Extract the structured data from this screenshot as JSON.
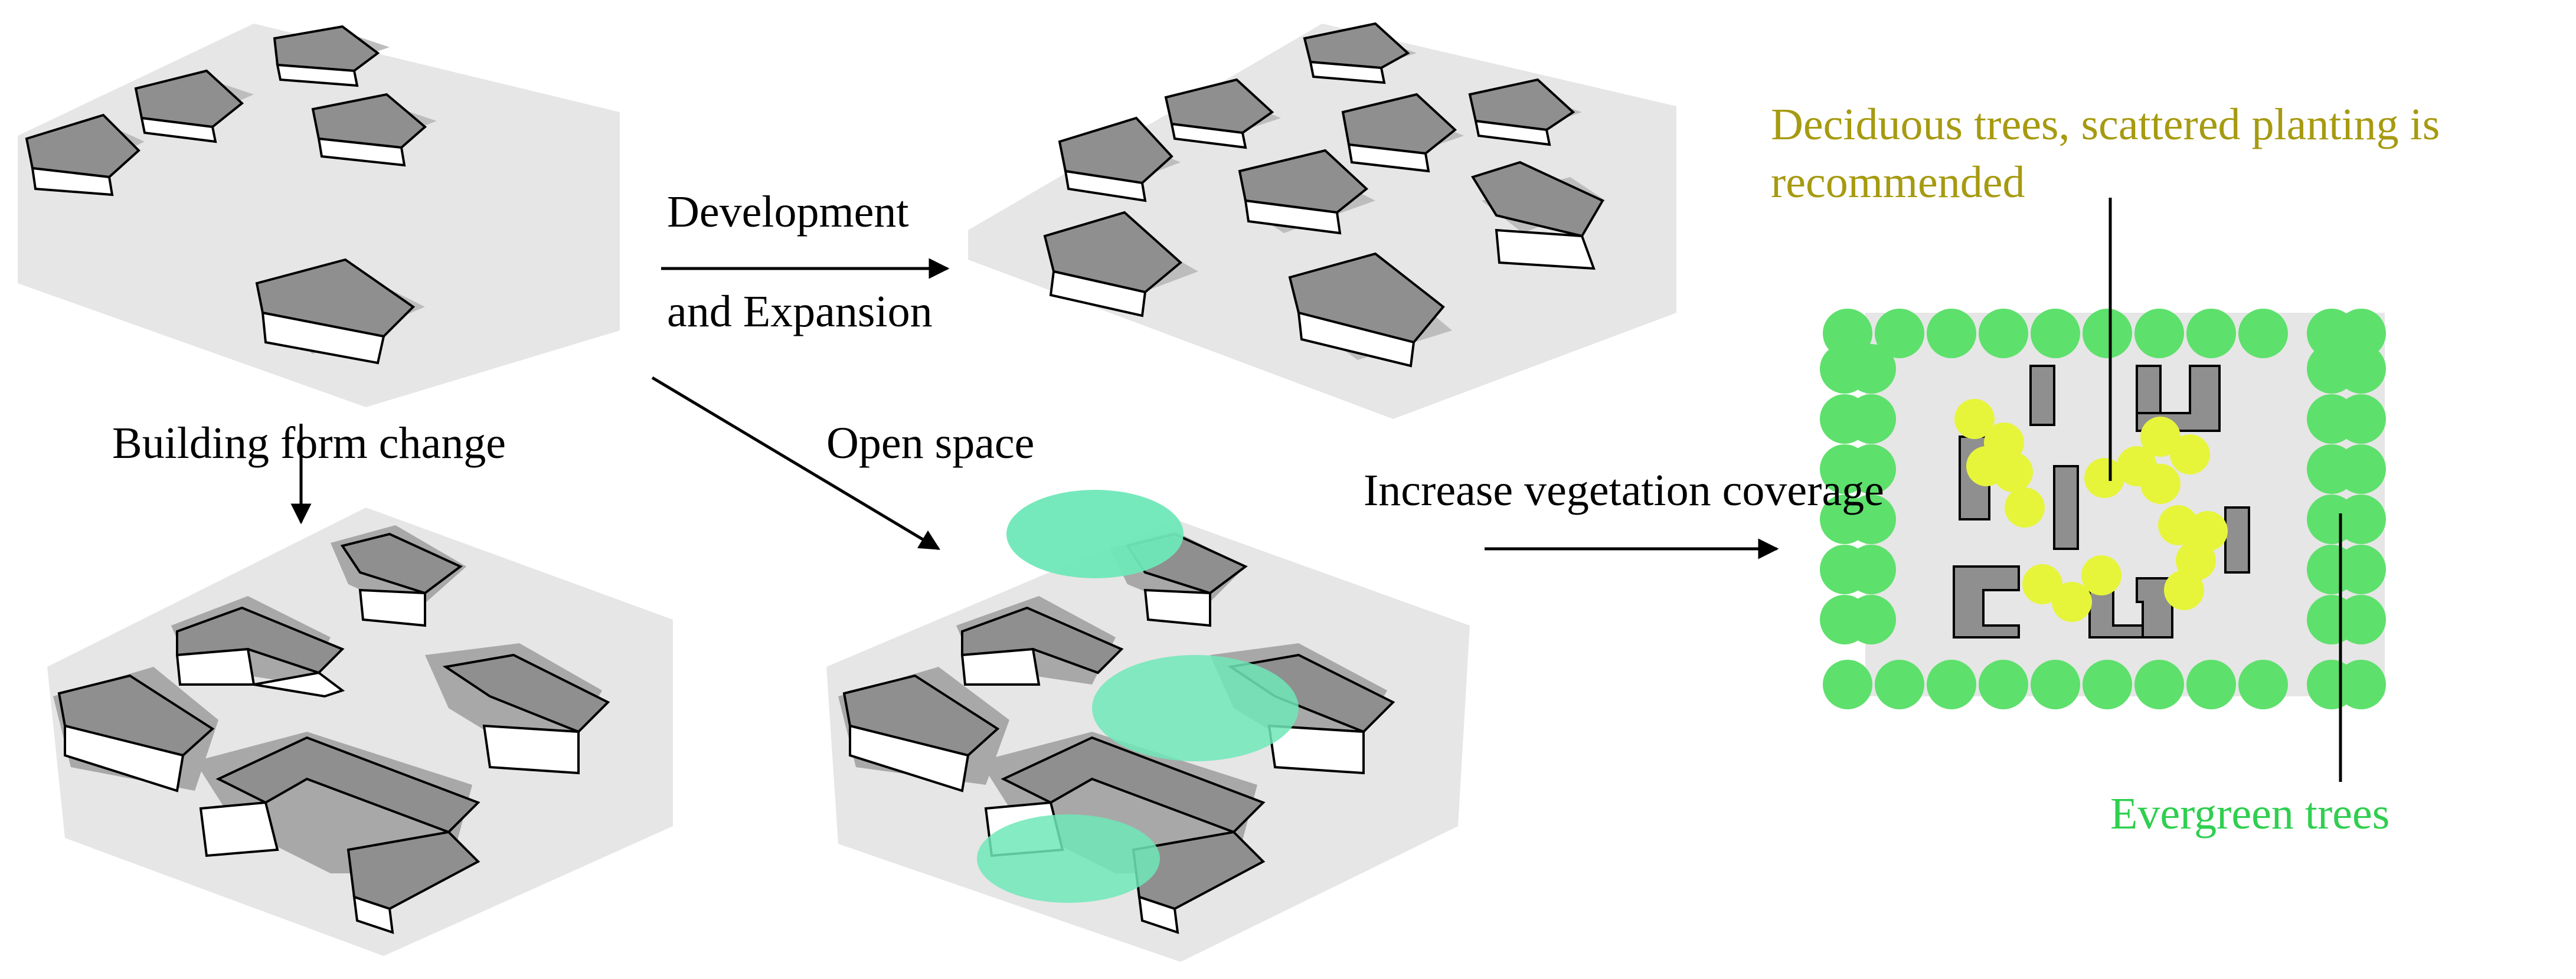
{
  "labels": {
    "development_1": "Development",
    "development_2": "and Expansion",
    "building_form": "Building form change",
    "open_space": "Open space",
    "vegetation": "Increase vegetation coverage",
    "deciduous_1": "Deciduous trees, scattered planting is",
    "deciduous_2": "recommended",
    "evergreen": "Evergreen trees"
  },
  "colors": {
    "ground": "#e6e6e6",
    "shadow": "#a8a8a8",
    "roof": "#8f8f8f",
    "wall": "#ffffff",
    "open_space": "#6fe8b8",
    "evergreen": "#5ee06c",
    "deciduous": "#e6f53a",
    "label_olive": "#a69a10",
    "label_green": "#2fcf4f"
  }
}
